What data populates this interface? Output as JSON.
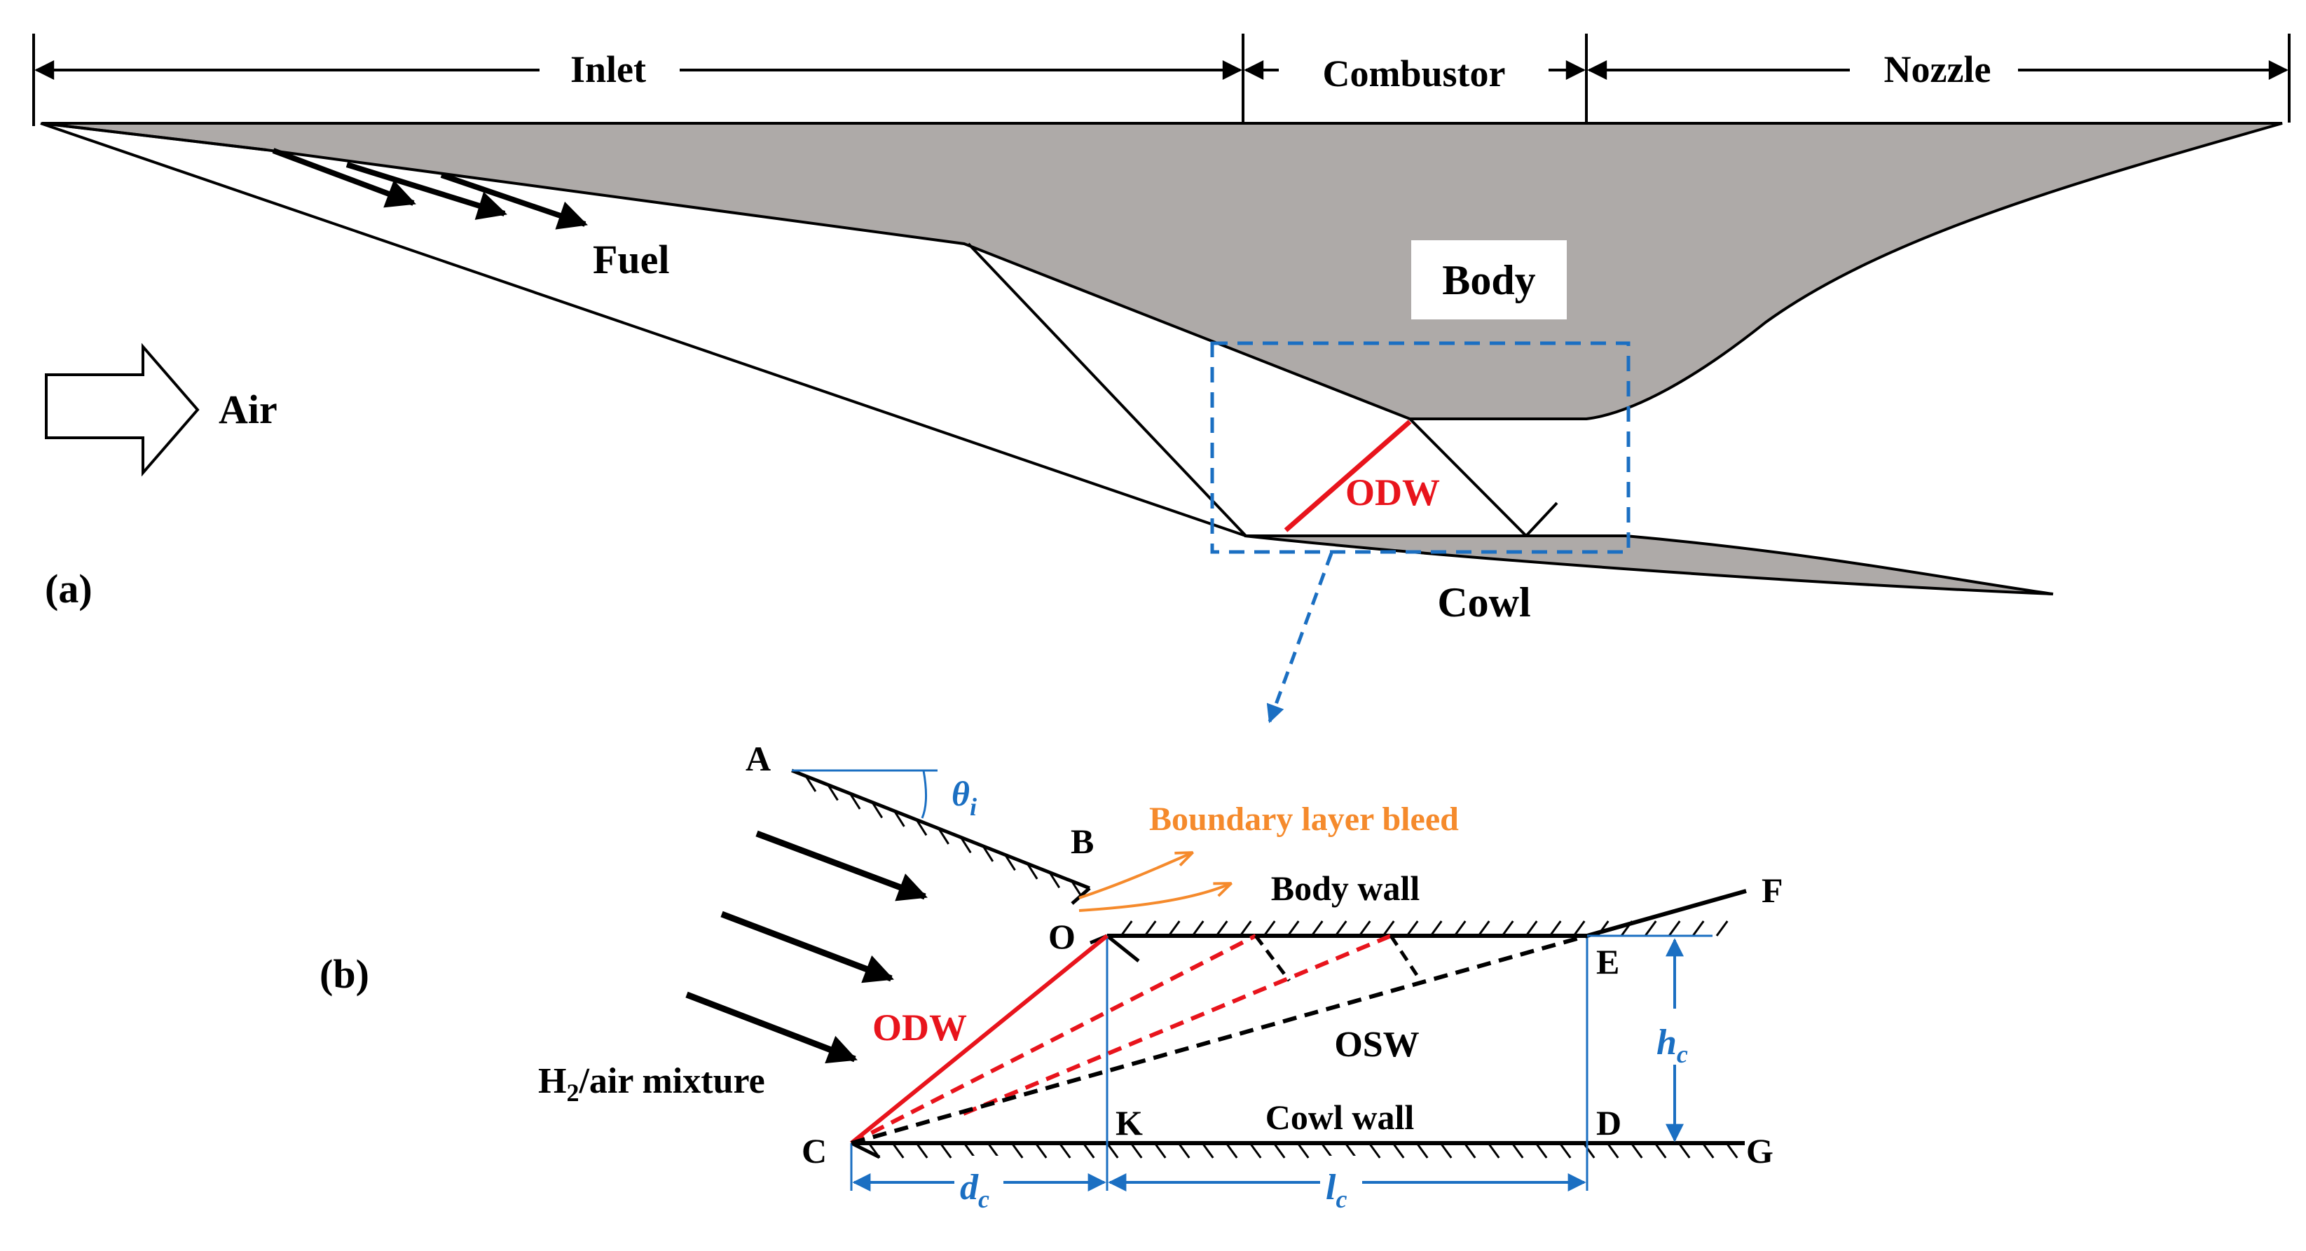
{
  "sections": {
    "inlet": "Inlet",
    "combustor": "Combustor",
    "nozzle": "Nozzle"
  },
  "panel_a": {
    "label": "(a)",
    "fuel": "Fuel",
    "air": "Air",
    "body": "Body",
    "cowl": "Cowl",
    "odw": "ODW"
  },
  "panel_b": {
    "label": "(b)",
    "points": {
      "A": "A",
      "B": "B",
      "C": "C",
      "D": "D",
      "E": "E",
      "F": "F",
      "G": "G",
      "K": "K",
      "O": "O"
    },
    "theta": "θ",
    "theta_sub": "i",
    "bleed": "Boundary layer bleed",
    "body_wall": "Body wall",
    "cowl_wall": "Cowl wall",
    "odw": "ODW",
    "osw": "OSW",
    "mixture_pre": "H",
    "mixture_sub": "2",
    "mixture_post": "/air mixture",
    "h": "h",
    "h_sub": "c",
    "d": "d",
    "d_sub": "c",
    "l": "l",
    "l_sub": "c"
  },
  "colors": {
    "odw_red": "#e8141c",
    "dim_blue": "#1b6fc2",
    "bleed_orange": "#f58a2c",
    "body_gray": "#aeaaa8",
    "line_black": "#000000"
  }
}
